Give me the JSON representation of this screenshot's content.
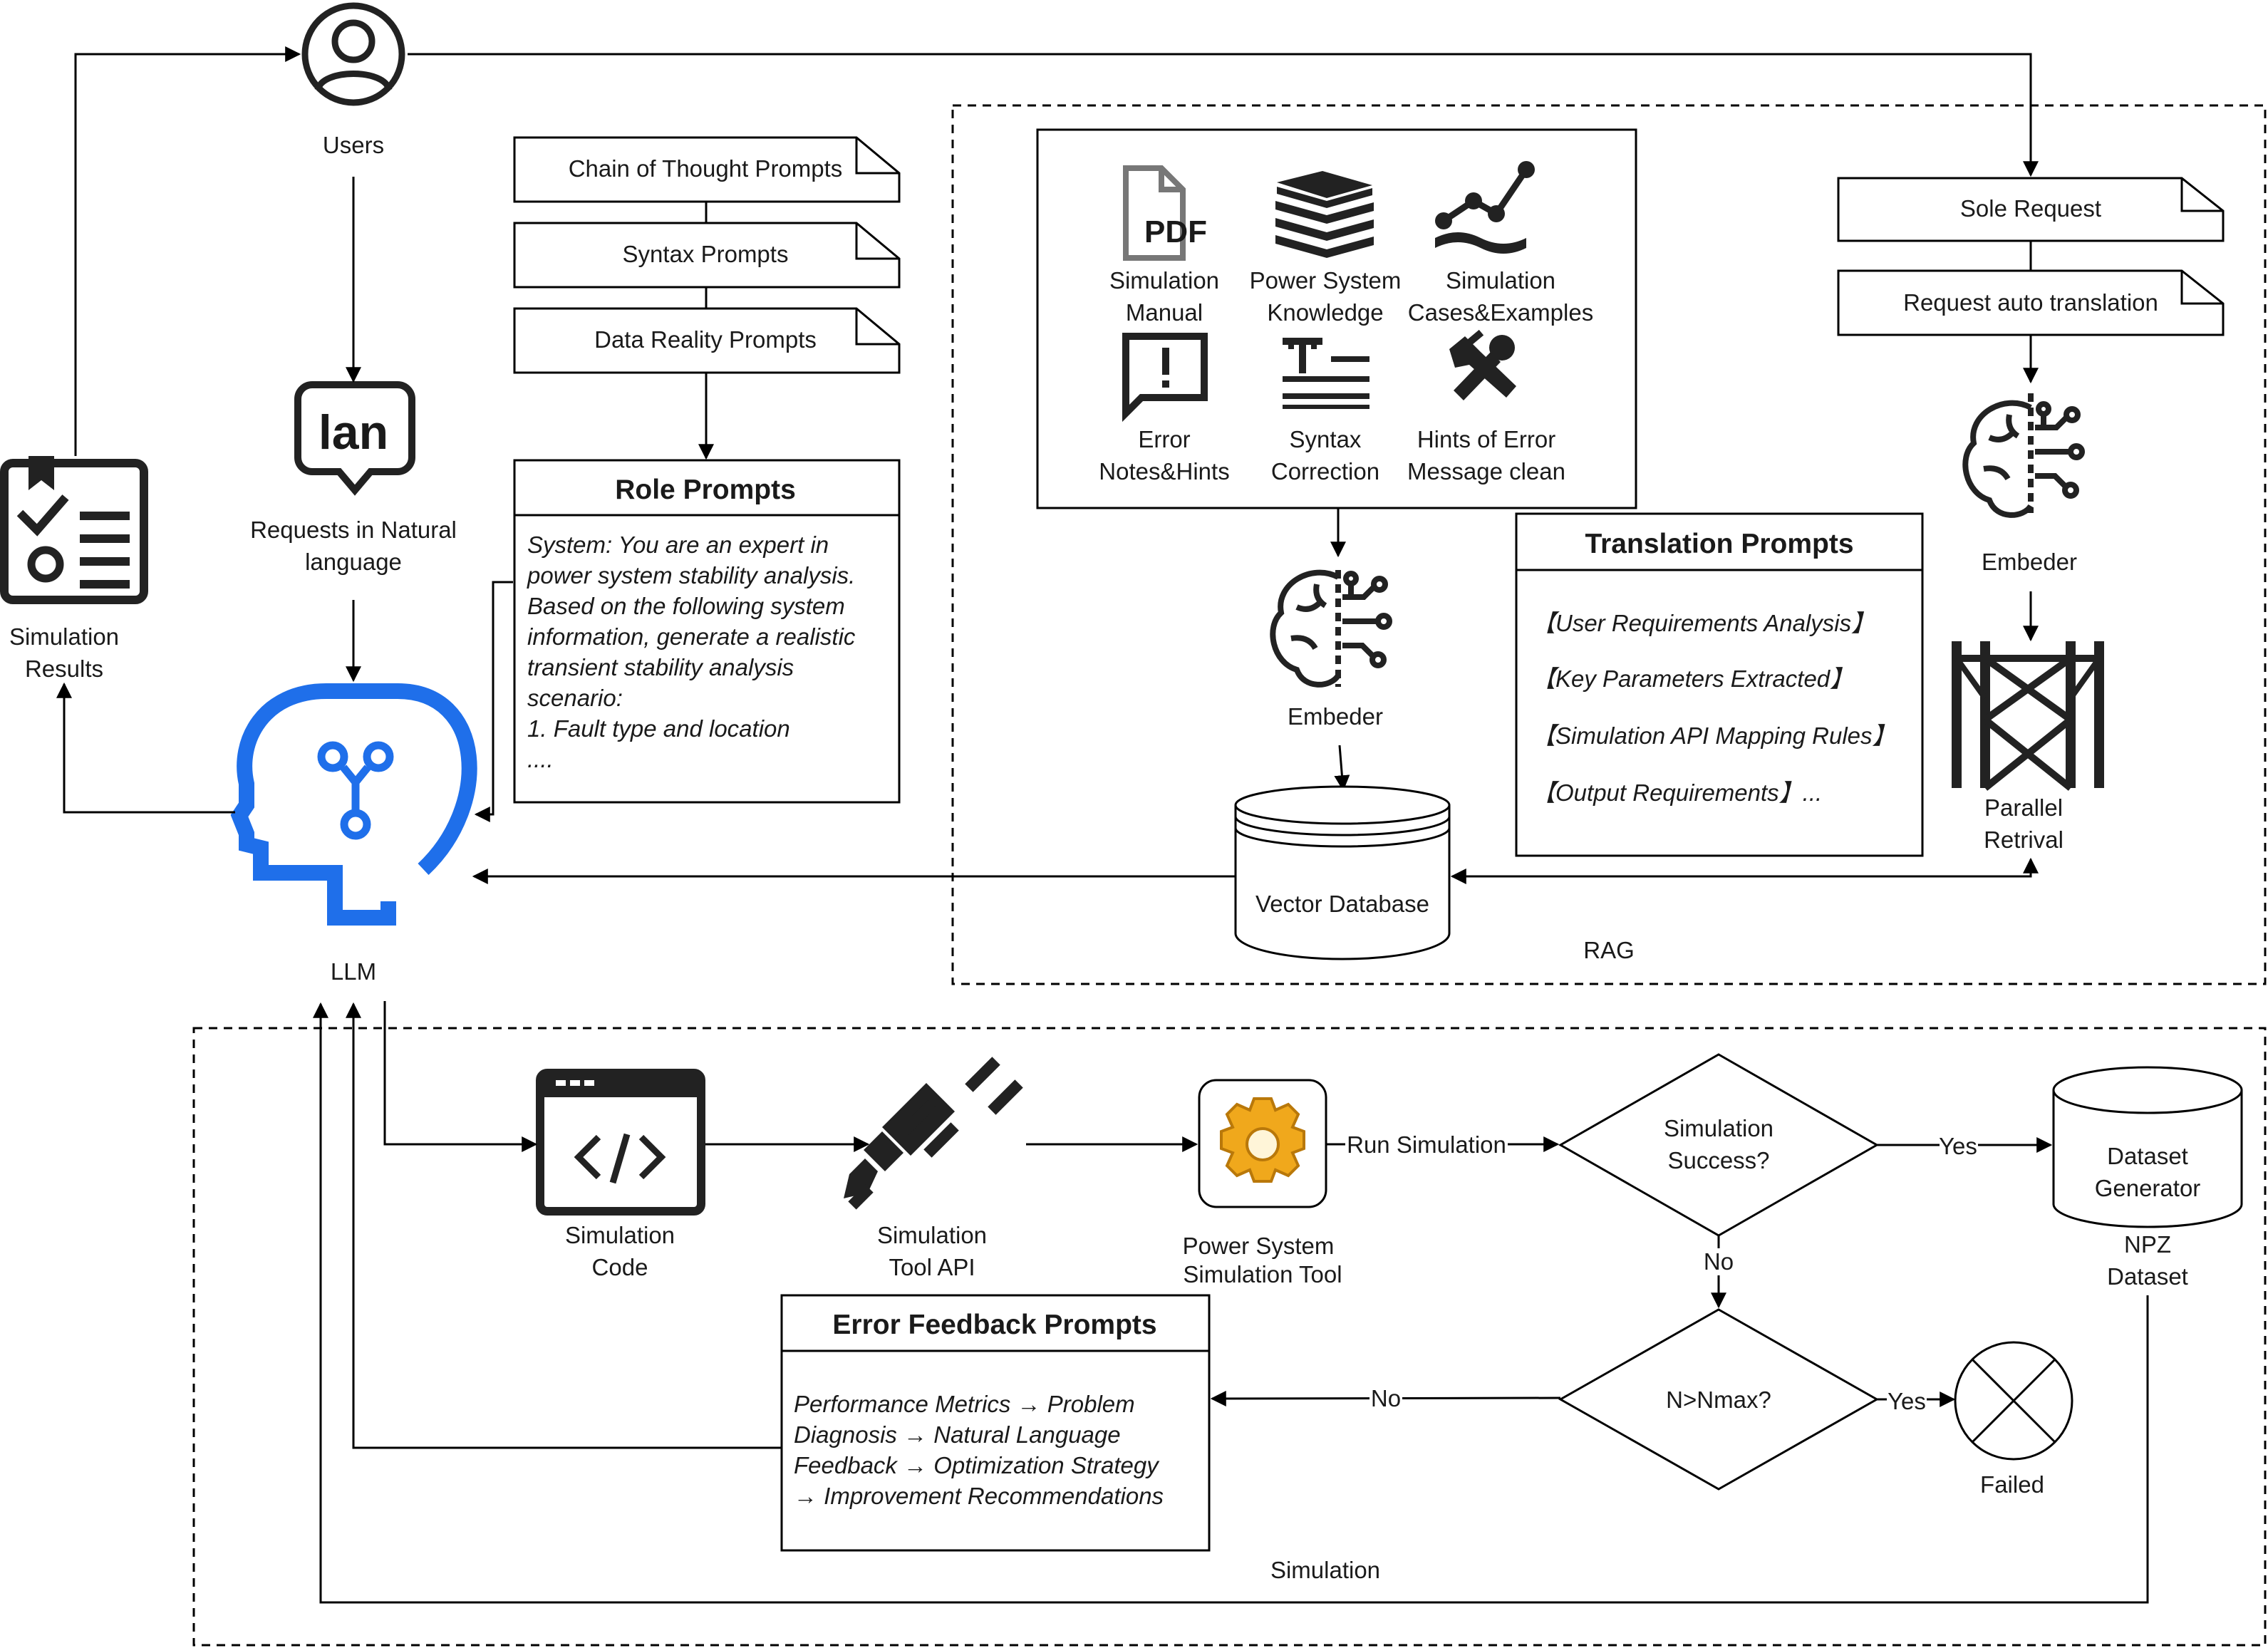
{
  "users": {
    "label": "Users"
  },
  "requests": {
    "line1": "Requests in Natural",
    "line2": "language",
    "icon_text": "lan"
  },
  "results": {
    "line1": "Simulation",
    "line2": "Results"
  },
  "llm": {
    "label": "LLM"
  },
  "prompts": {
    "cot": "Chain of Thought Prompts",
    "syntax": "Syntax Prompts",
    "data_reality": "Data Reality Prompts"
  },
  "role_prompts": {
    "title": "Role Prompts",
    "lines": [
      "System: You are an expert in",
      "power system stability analysis.",
      "Based on the following system",
      "information, generate a realistic",
      "transient stability analysis",
      "scenario:",
      "1. Fault type and location",
      "...."
    ]
  },
  "knowledge": {
    "items": [
      {
        "icon": "pdf-icon",
        "line1": "Simulation",
        "line2": "Manual"
      },
      {
        "icon": "books-icon",
        "line1": "Power System",
        "line2": "Knowledge"
      },
      {
        "icon": "line-chart-icon",
        "line1": "Simulation",
        "line2": "Cases&Examples"
      },
      {
        "icon": "alert-message-icon",
        "line1": "Error",
        "line2": "Notes&Hints"
      },
      {
        "icon": "text-format-icon",
        "line1": "Syntax",
        "line2": "Correction"
      },
      {
        "icon": "tools-icon",
        "line1": "Hints of Error",
        "line2": "Message clean"
      }
    ],
    "pdf_text": "PDF"
  },
  "embeder_mid": {
    "label": "Embeder"
  },
  "embeder_right": {
    "label": "Embeder"
  },
  "vector_db": {
    "label": "Vector Database"
  },
  "translation_prompts": {
    "title": "Translation Prompts",
    "items": [
      "【User Requirements Analysis】",
      "【Key Parameters Extracted】",
      "【Simulation API Mapping Rules】",
      "【Output Requirements】..."
    ]
  },
  "sole_request": {
    "label": "Sole Request"
  },
  "auto_translation": {
    "label": "Request auto translation"
  },
  "parallel": {
    "line1": "Parallel",
    "line2": "Retrival"
  },
  "rag": {
    "label": "RAG"
  },
  "simulation_region": {
    "label": "Simulation"
  },
  "sim_code": {
    "line1": "Simulation",
    "line2": "Code"
  },
  "sim_api": {
    "line1": "Simulation",
    "line2": "Tool API"
  },
  "sim_tool": {
    "line1": "Power System",
    "line2": "Simulation Tool"
  },
  "edges": {
    "run_simulation": "Run Simulation",
    "yes1": "Yes",
    "no1": "No",
    "no2": "No",
    "yes2": "Yes"
  },
  "decision_success": {
    "line1": "Simulation",
    "line2": "Success?"
  },
  "decision_nmax": {
    "label": "N>Nmax?"
  },
  "dataset": {
    "line1": "Dataset",
    "line2": "Generator"
  },
  "npz": {
    "line1": "NPZ",
    "line2": "Dataset"
  },
  "failed": {
    "label": "Failed"
  },
  "error_feedback": {
    "title": "Error Feedback Prompts",
    "lines": [
      "Performance Metrics → Problem",
      "Diagnosis → Natural Language",
      "Feedback → Optimization Strategy",
      "→ Improvement Recommendations"
    ]
  },
  "colors": {
    "llm_blue": "#1f6fea",
    "gear_orange": "#f0a81c",
    "stroke": "#000000",
    "icon_dark": "#222222",
    "pdf_gray": "#777777"
  }
}
